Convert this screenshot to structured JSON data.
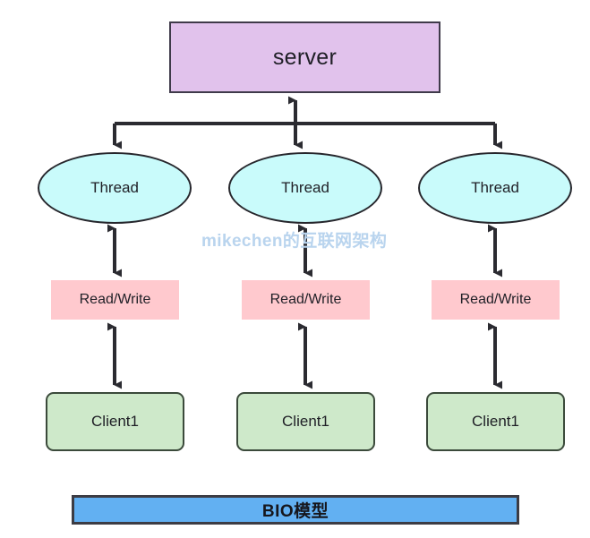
{
  "diagram": {
    "title": "BIO模型",
    "watermark": "mikechen的互联网架构",
    "server": {
      "label": "server",
      "fill": "#e1c2ec",
      "stroke": "#3f3a4a"
    },
    "threads": [
      {
        "label": "Thread"
      },
      {
        "label": "Thread"
      },
      {
        "label": "Thread"
      }
    ],
    "thread_style": {
      "fill": "#c9fbfb",
      "stroke": "#26262c"
    },
    "read_write": [
      {
        "label": "Read/Write"
      },
      {
        "label": "Read/Write"
      },
      {
        "label": "Read/Write"
      }
    ],
    "read_write_style": {
      "fill": "#ffc9ce",
      "stroke": "none"
    },
    "clients": [
      {
        "label": "Client1"
      },
      {
        "label": "Client1"
      },
      {
        "label": "Client1"
      }
    ],
    "client_style": {
      "fill": "#cee9ca",
      "stroke": "#3b4a3b"
    },
    "footer": {
      "label": "BIO模型",
      "fill": "#62b0f2",
      "stroke": "#3c3c44"
    },
    "connector_color": "#2b2b31",
    "background": "#ffffff"
  }
}
